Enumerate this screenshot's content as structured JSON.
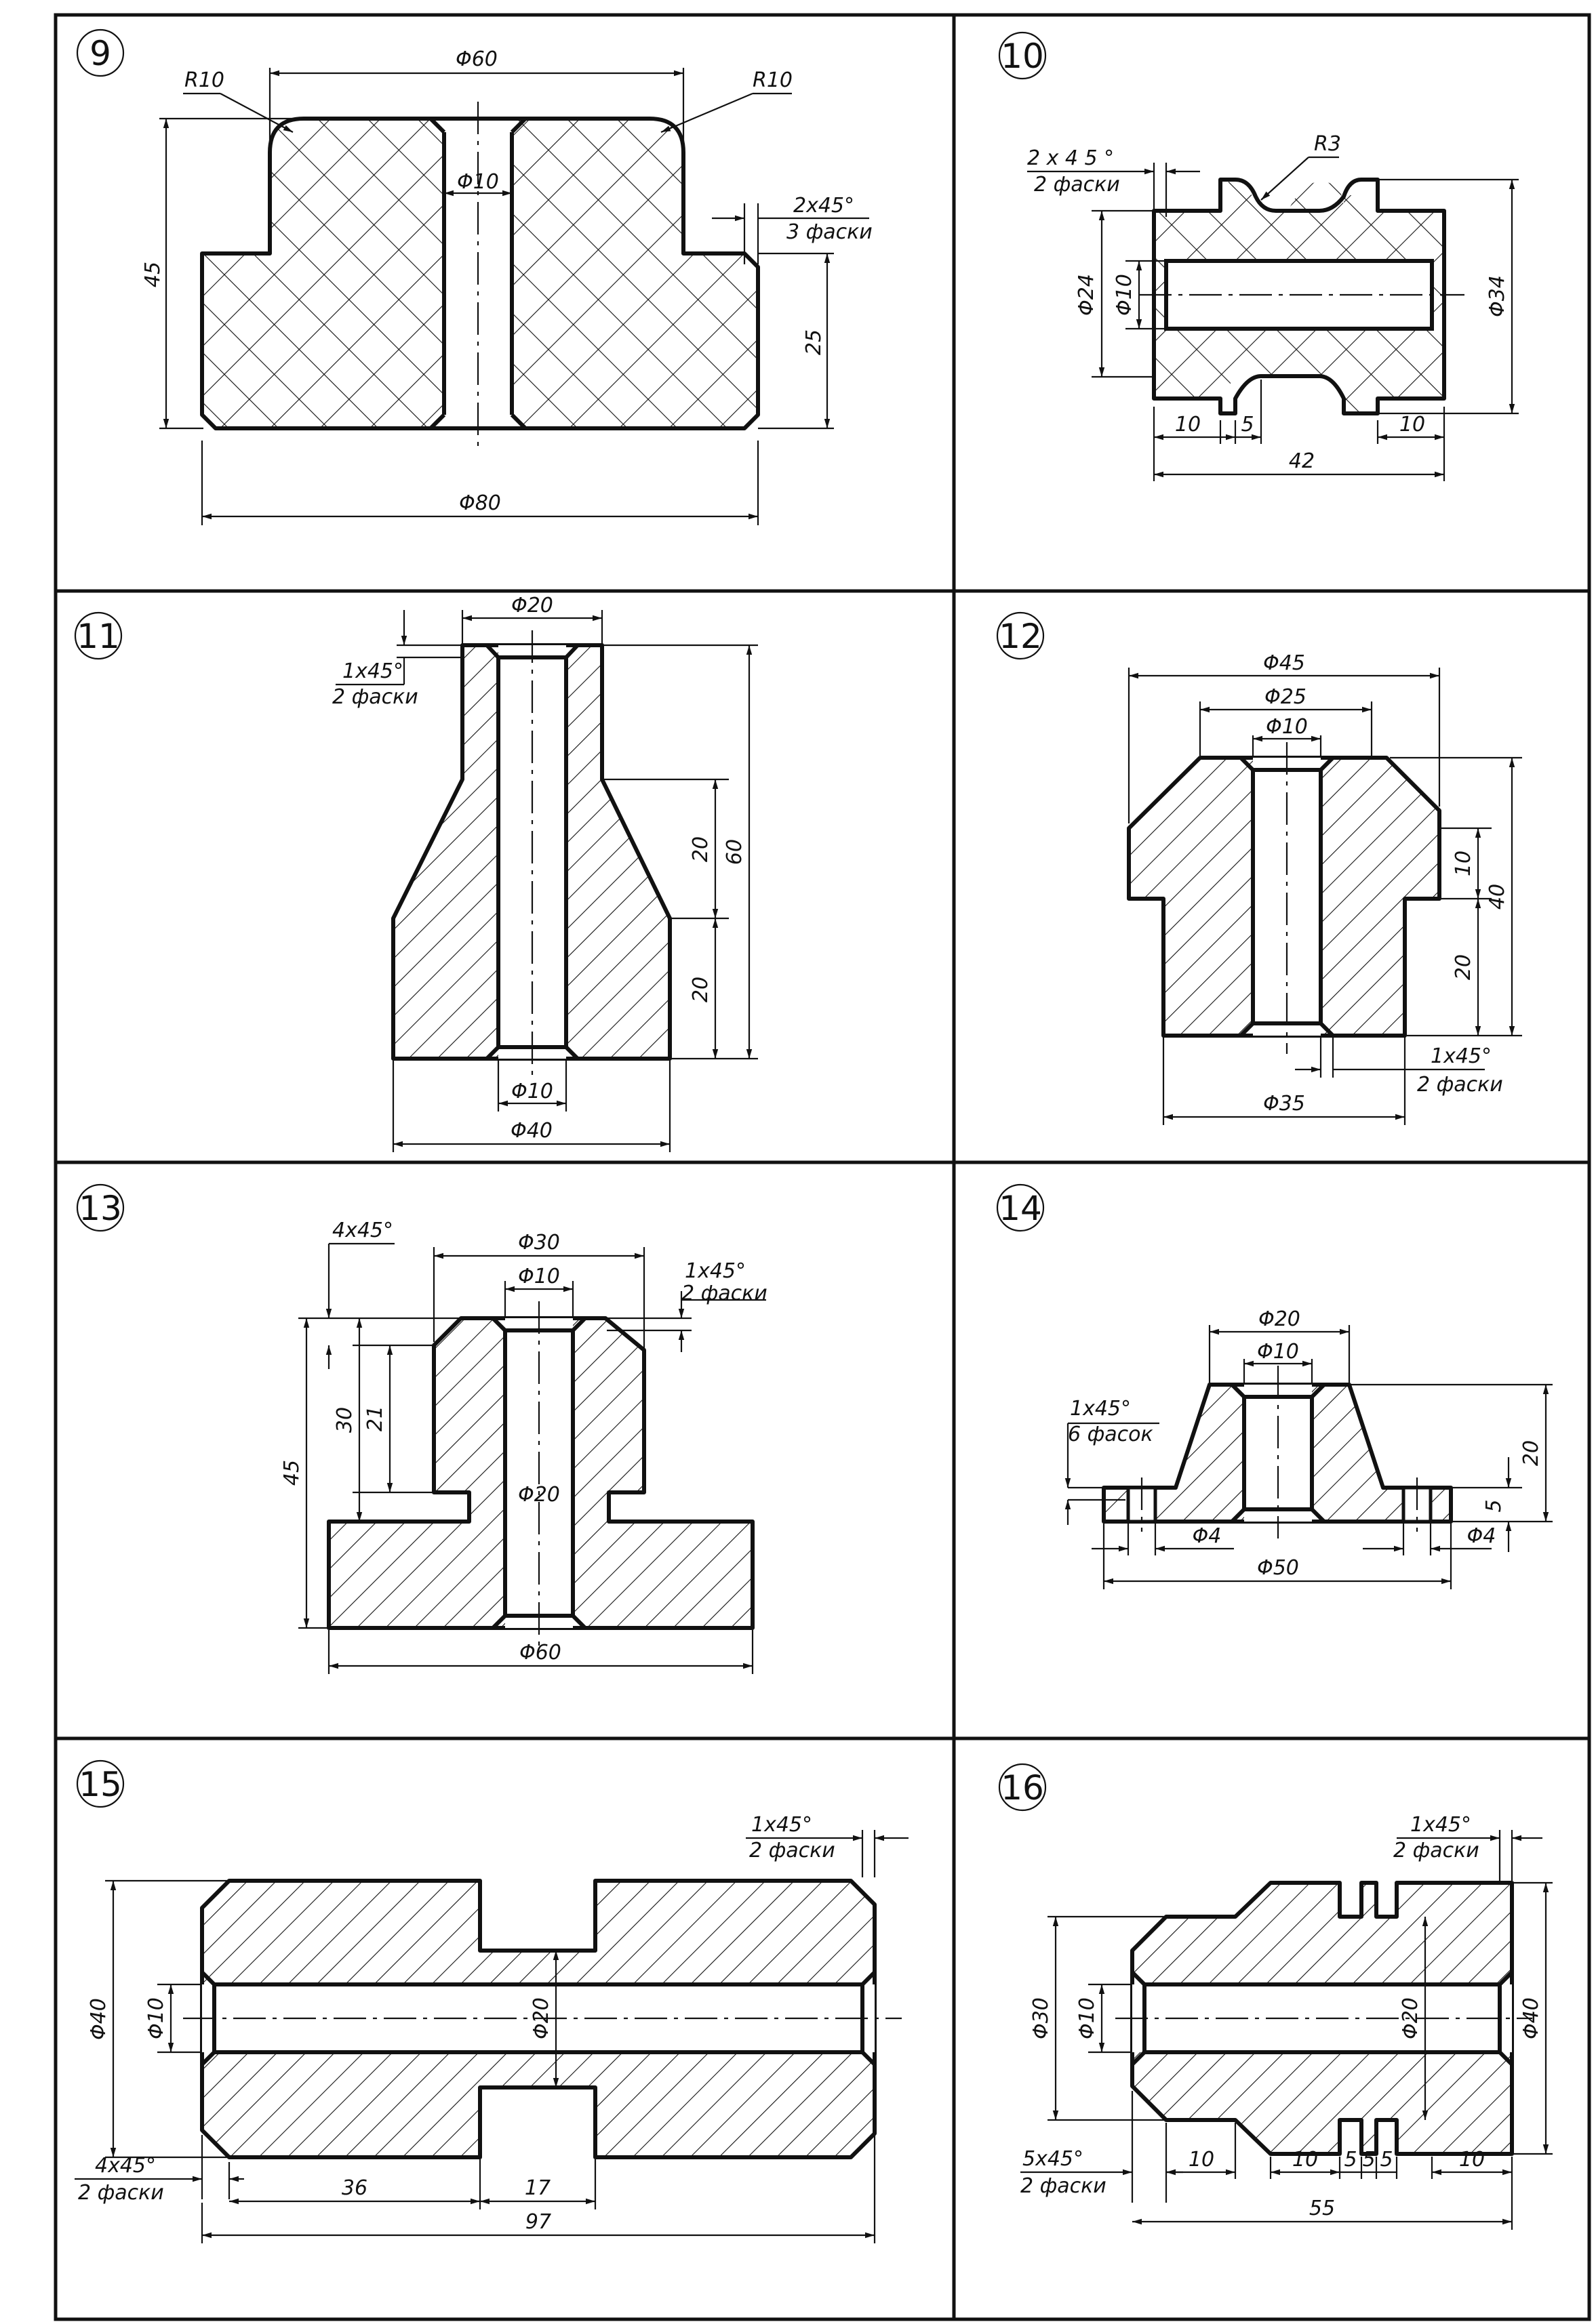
{
  "colors": {
    "ink": "#111111",
    "paper": "#ffffff"
  },
  "panels": [
    {
      "number": "9",
      "labels": {
        "r_left": "R10",
        "d60": "Φ60",
        "r_right": "R10",
        "d10": "Φ10",
        "ch_size": "2x45°",
        "ch_note": "3 фаски",
        "h45": "45",
        "h25": "25",
        "d80": "Φ80"
      }
    },
    {
      "number": "10",
      "labels": {
        "ch_size": "2 x 4 5 °",
        "ch_note": "2 фаски",
        "r3": "R3",
        "d24": "Φ24",
        "d10": "Φ10",
        "d34": "Φ34",
        "w10a": "10",
        "w5": "5",
        "w10b": "10",
        "w42": "42"
      }
    },
    {
      "number": "11",
      "labels": {
        "d20": "Φ20",
        "ch_size": "1x45°",
        "ch_note": "2 фаски",
        "h20a": "20",
        "h60": "60",
        "h20b": "20",
        "d10": "Φ10",
        "d40": "Φ40"
      }
    },
    {
      "number": "12",
      "labels": {
        "d45": "Φ45",
        "d25": "Φ25",
        "d10": "Φ10",
        "h10": "10",
        "h40": "40",
        "h20": "20",
        "ch_size": "1x45°",
        "ch_note": "2 фаски",
        "d35": "Φ35"
      }
    },
    {
      "number": "13",
      "labels": {
        "ch_big": "4x45°",
        "d30": "Φ30",
        "d10": "Φ10",
        "ch_size": "1x45°",
        "ch_note": "2 фаски",
        "h30": "30",
        "h21": "21",
        "h45": "45",
        "d20": "Φ20",
        "d60": "Φ60"
      }
    },
    {
      "number": "14",
      "labels": {
        "d20": "Φ20",
        "d10": "Φ10",
        "ch_size": "1x45°",
        "ch_note": "6 фасок",
        "h20": "20",
        "h5": "5",
        "d4a": "Φ4",
        "d4b": "Φ4",
        "d50": "Φ50"
      }
    },
    {
      "number": "15",
      "labels": {
        "ch_size": "1x45°",
        "ch_note": "2 фаски",
        "d40": "Φ40",
        "d10": "Φ10",
        "d20": "Φ20",
        "ch_big": "4x45°",
        "ch_big_note": "2 фаски",
        "w36": "36",
        "w17": "17",
        "w97": "97"
      }
    },
    {
      "number": "16",
      "labels": {
        "ch_size": "1x45°",
        "ch_note": "2 фаски",
        "d30": "Φ30",
        "d10": "Φ10",
        "d20": "Φ20",
        "d40": "Φ40",
        "ch_big": "5x45°",
        "ch_big_note": "2 фаски",
        "w10a": "10",
        "w10b": "10",
        "w5a": "5",
        "w5b": "5",
        "w5c": "5",
        "w10c": "10",
        "w55": "55"
      }
    }
  ]
}
